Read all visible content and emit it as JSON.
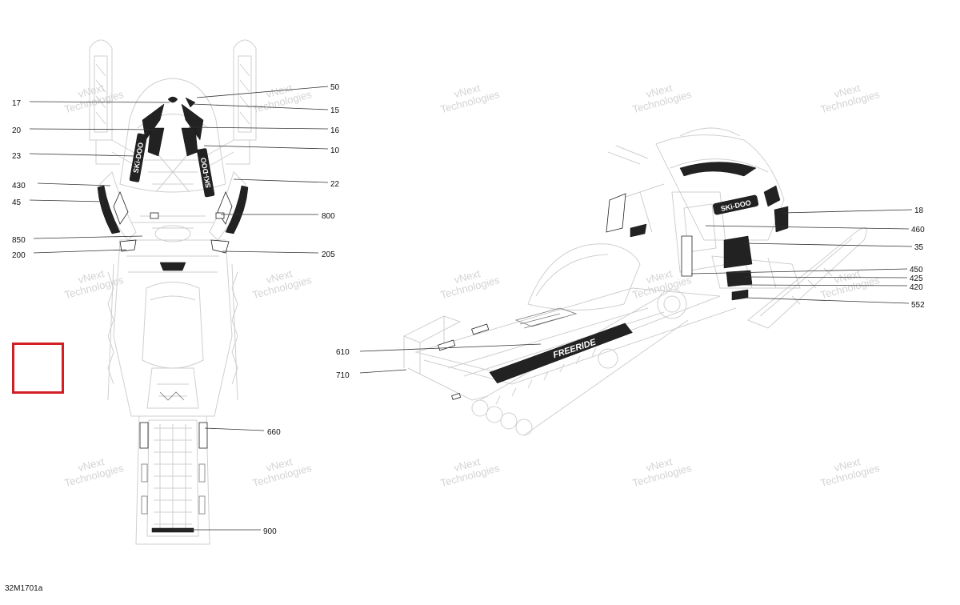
{
  "figure": {
    "reference_code": "32M1701a",
    "highlight_color": "#d21f26"
  },
  "watermark": {
    "line1": "vNext",
    "line2": "Technologies",
    "full": "vNext Technologies"
  },
  "callouts": {
    "c17": "17",
    "c20": "20",
    "c23": "23",
    "c430": "430",
    "c45": "45",
    "c850": "850",
    "c200": "200",
    "c50": "50",
    "c15": "15",
    "c16": "16",
    "c10": "10",
    "c22": "22",
    "c800": "800",
    "c205": "205",
    "c660": "660",
    "c900": "900",
    "c610": "610",
    "c710": "710",
    "c18": "18",
    "c460": "460",
    "c35": "35",
    "c450": "450",
    "c425": "425",
    "c420": "420",
    "c552": "552"
  },
  "decal_text": {
    "brand": "SKi-DOO",
    "model": "FREERIDE"
  }
}
